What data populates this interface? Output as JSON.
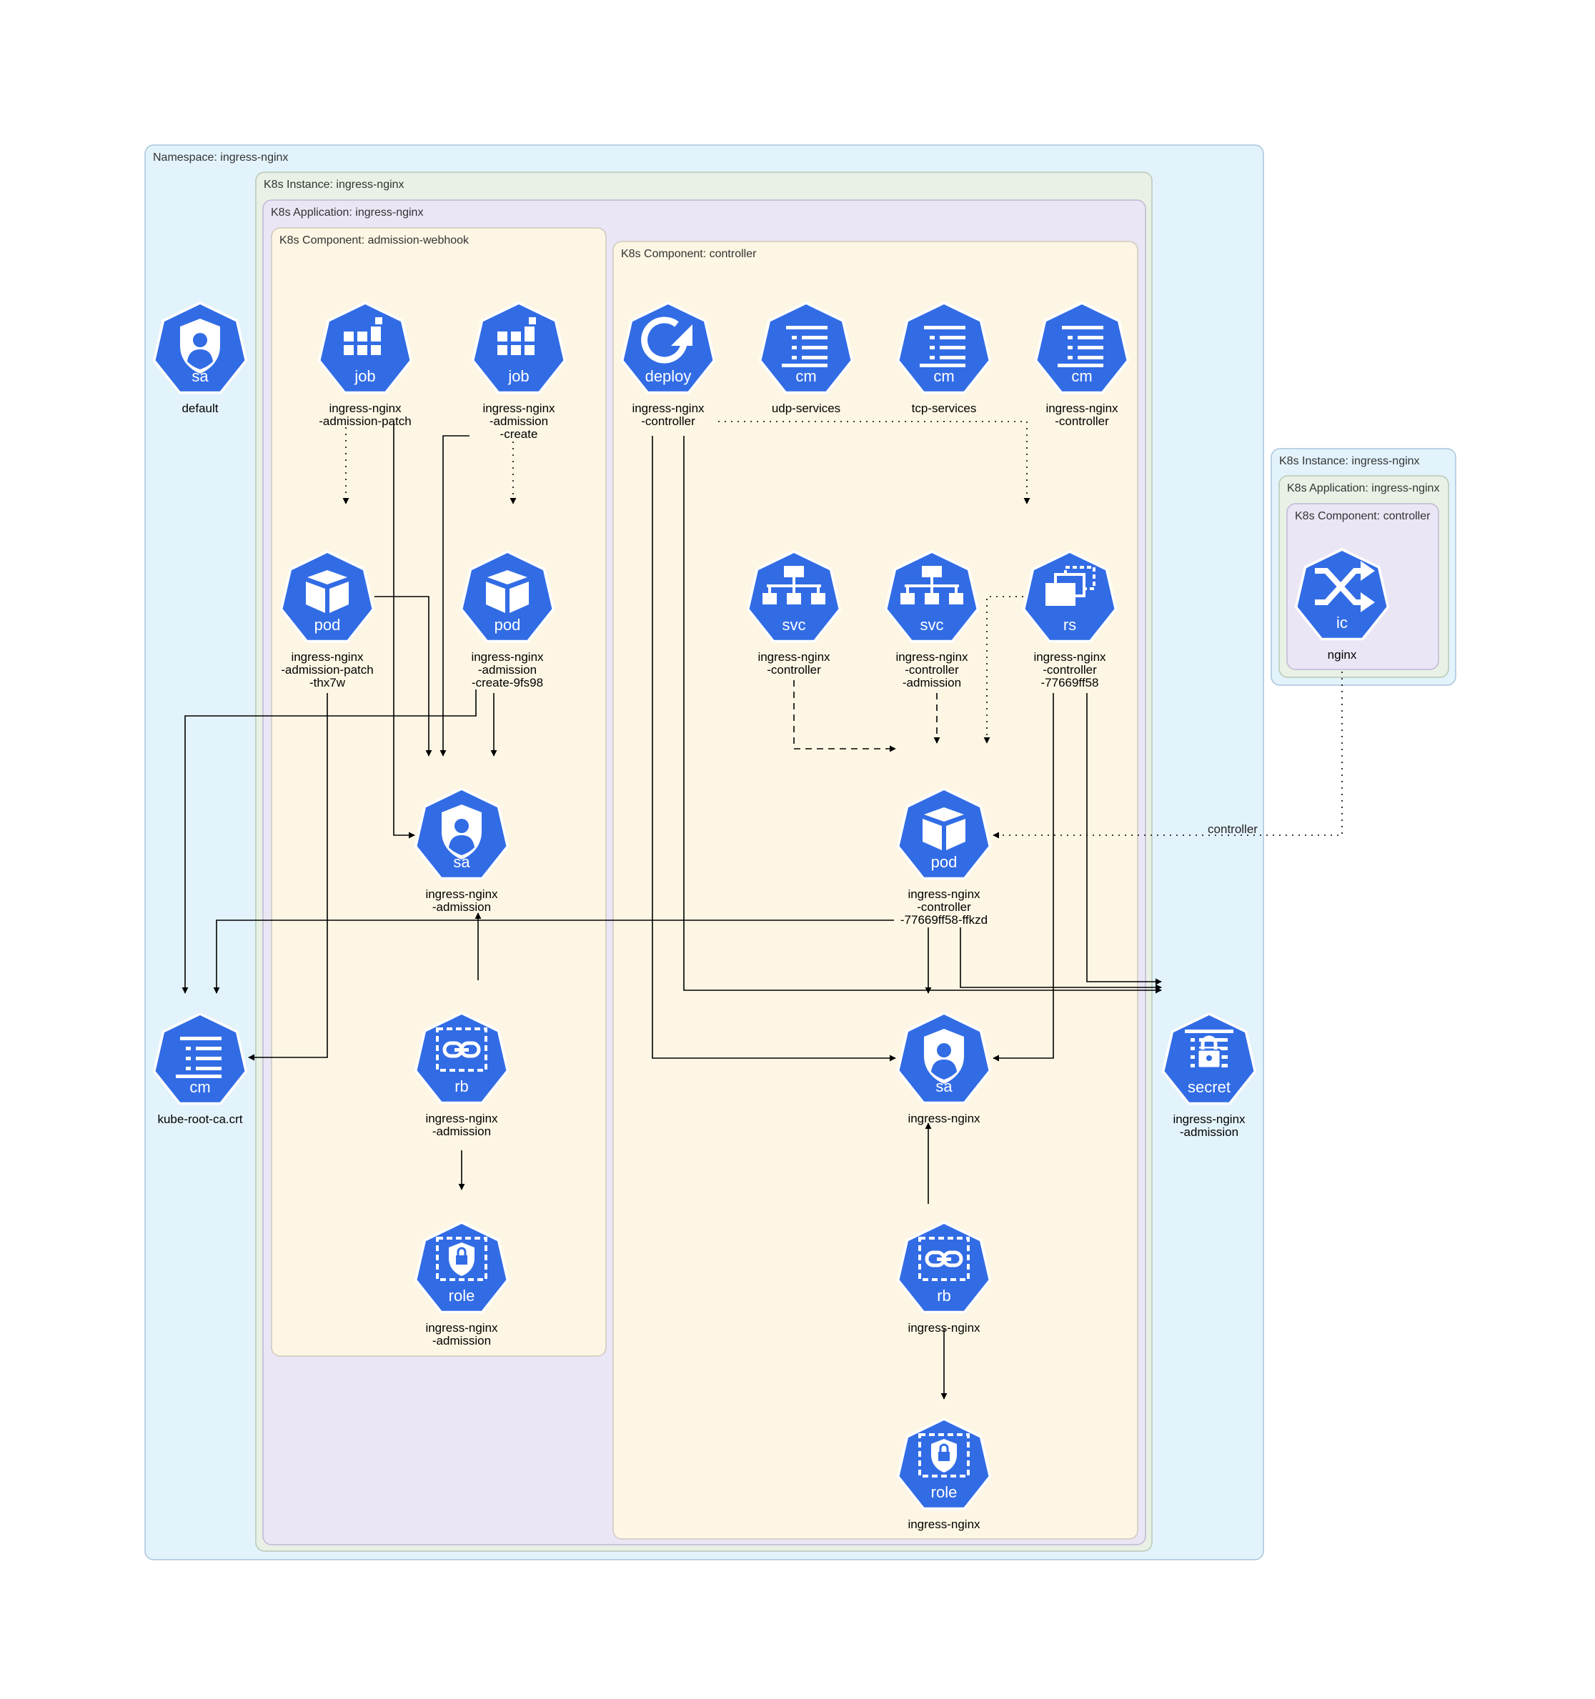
{
  "clusters": [
    {
      "id": "ns",
      "label": "Namespace: ingress-nginx",
      "fill": "#e3f3fc",
      "stroke": "#a9c5dc"
    },
    {
      "id": "inst1",
      "label": "K8s Instance: ingress-nginx",
      "fill": "#e9f1e6",
      "stroke": "#b8c8b5"
    },
    {
      "id": "app1",
      "label": "K8s Application: ingress-nginx",
      "fill": "#ebe6f5",
      "stroke": "#c0b8d4"
    },
    {
      "id": "comp-webhook",
      "label": "K8s Component: admission-webhook",
      "fill": "#fdf6e4",
      "stroke": "#cfc8bd"
    },
    {
      "id": "comp-ctrl",
      "label": "K8s Component: controller",
      "fill": "#fdf6e4",
      "stroke": "#cfc8bd"
    },
    {
      "id": "inst2",
      "label": "K8s Instance: ingress-nginx",
      "fill": "#e3f3fc",
      "stroke": "#a9c5dc"
    },
    {
      "id": "app2",
      "label": "K8s Application: ingress-nginx",
      "fill": "#e9f1e6",
      "stroke": "#b8c8b5"
    },
    {
      "id": "comp-ic",
      "label": "K8s Component: controller",
      "fill": "#ebe6f5",
      "stroke": "#c0b8d4"
    }
  ],
  "nodes": [
    {
      "id": "sa-default",
      "kind": "sa",
      "icon": "service-account-icon",
      "label": [
        "default"
      ]
    },
    {
      "id": "cm-kube-root",
      "kind": "cm",
      "icon": "config-map-icon",
      "label": [
        "kube-root-ca.crt"
      ]
    },
    {
      "id": "secret-admission",
      "kind": "secret",
      "icon": "secret-icon",
      "label": [
        "ingress-nginx",
        "-admission"
      ]
    },
    {
      "id": "job-patch",
      "kind": "job",
      "icon": "job-icon",
      "label": [
        "ingress-nginx",
        "-admission-patch"
      ]
    },
    {
      "id": "job-create",
      "kind": "job",
      "icon": "job-icon",
      "label": [
        "ingress-nginx",
        "-admission",
        "-create"
      ]
    },
    {
      "id": "pod-patch",
      "kind": "pod",
      "icon": "pod-icon",
      "label": [
        "ingress-nginx",
        "-admission-patch",
        "-thx7w"
      ]
    },
    {
      "id": "pod-create",
      "kind": "pod",
      "icon": "pod-icon",
      "label": [
        "ingress-nginx",
        "-admission",
        "-create-9fs98"
      ]
    },
    {
      "id": "sa-admission",
      "kind": "sa",
      "icon": "service-account-icon",
      "label": [
        "ingress-nginx",
        "-admission"
      ]
    },
    {
      "id": "rb-admission",
      "kind": "rb",
      "icon": "role-binding-icon",
      "label": [
        "ingress-nginx",
        "-admission"
      ]
    },
    {
      "id": "role-admission",
      "kind": "role",
      "icon": "role-icon",
      "label": [
        "ingress-nginx",
        "-admission"
      ]
    },
    {
      "id": "deploy-ctrl",
      "kind": "deploy",
      "icon": "deployment-icon",
      "label": [
        "ingress-nginx",
        "-controller"
      ]
    },
    {
      "id": "cm-udp",
      "kind": "cm",
      "icon": "config-map-icon",
      "label": [
        "udp-services"
      ]
    },
    {
      "id": "cm-tcp",
      "kind": "cm",
      "icon": "config-map-icon",
      "label": [
        "tcp-services"
      ]
    },
    {
      "id": "cm-ctrl",
      "kind": "cm",
      "icon": "config-map-icon",
      "label": [
        "ingress-nginx",
        "-controller"
      ]
    },
    {
      "id": "svc-ctrl",
      "kind": "svc",
      "icon": "service-icon",
      "label": [
        "ingress-nginx",
        "-controller"
      ]
    },
    {
      "id": "svc-ctrl-adm",
      "kind": "svc",
      "icon": "service-icon",
      "label": [
        "ingress-nginx",
        "-controller",
        "-admission"
      ]
    },
    {
      "id": "rs-ctrl",
      "kind": "rs",
      "icon": "replica-set-icon",
      "label": [
        "ingress-nginx",
        "-controller",
        "-77669ff58"
      ]
    },
    {
      "id": "pod-ctrl",
      "kind": "pod",
      "icon": "pod-icon",
      "label": [
        "ingress-nginx",
        "-controller",
        "-77669ff58-ffkzd"
      ]
    },
    {
      "id": "sa-ctrl",
      "kind": "sa",
      "icon": "service-account-icon",
      "label": [
        "ingress-nginx"
      ]
    },
    {
      "id": "rb-ctrl",
      "kind": "rb",
      "icon": "role-binding-icon",
      "label": [
        "ingress-nginx"
      ]
    },
    {
      "id": "role-ctrl",
      "kind": "role",
      "icon": "role-icon",
      "label": [
        "ingress-nginx"
      ]
    },
    {
      "id": "ic-nginx",
      "kind": "ic",
      "icon": "ingress-class-icon",
      "label": [
        "nginx"
      ]
    }
  ],
  "edge_labels": {
    "ic_to_pod": "controller"
  },
  "colors": {
    "icon": "#326ce5",
    "edge": "#000000"
  }
}
